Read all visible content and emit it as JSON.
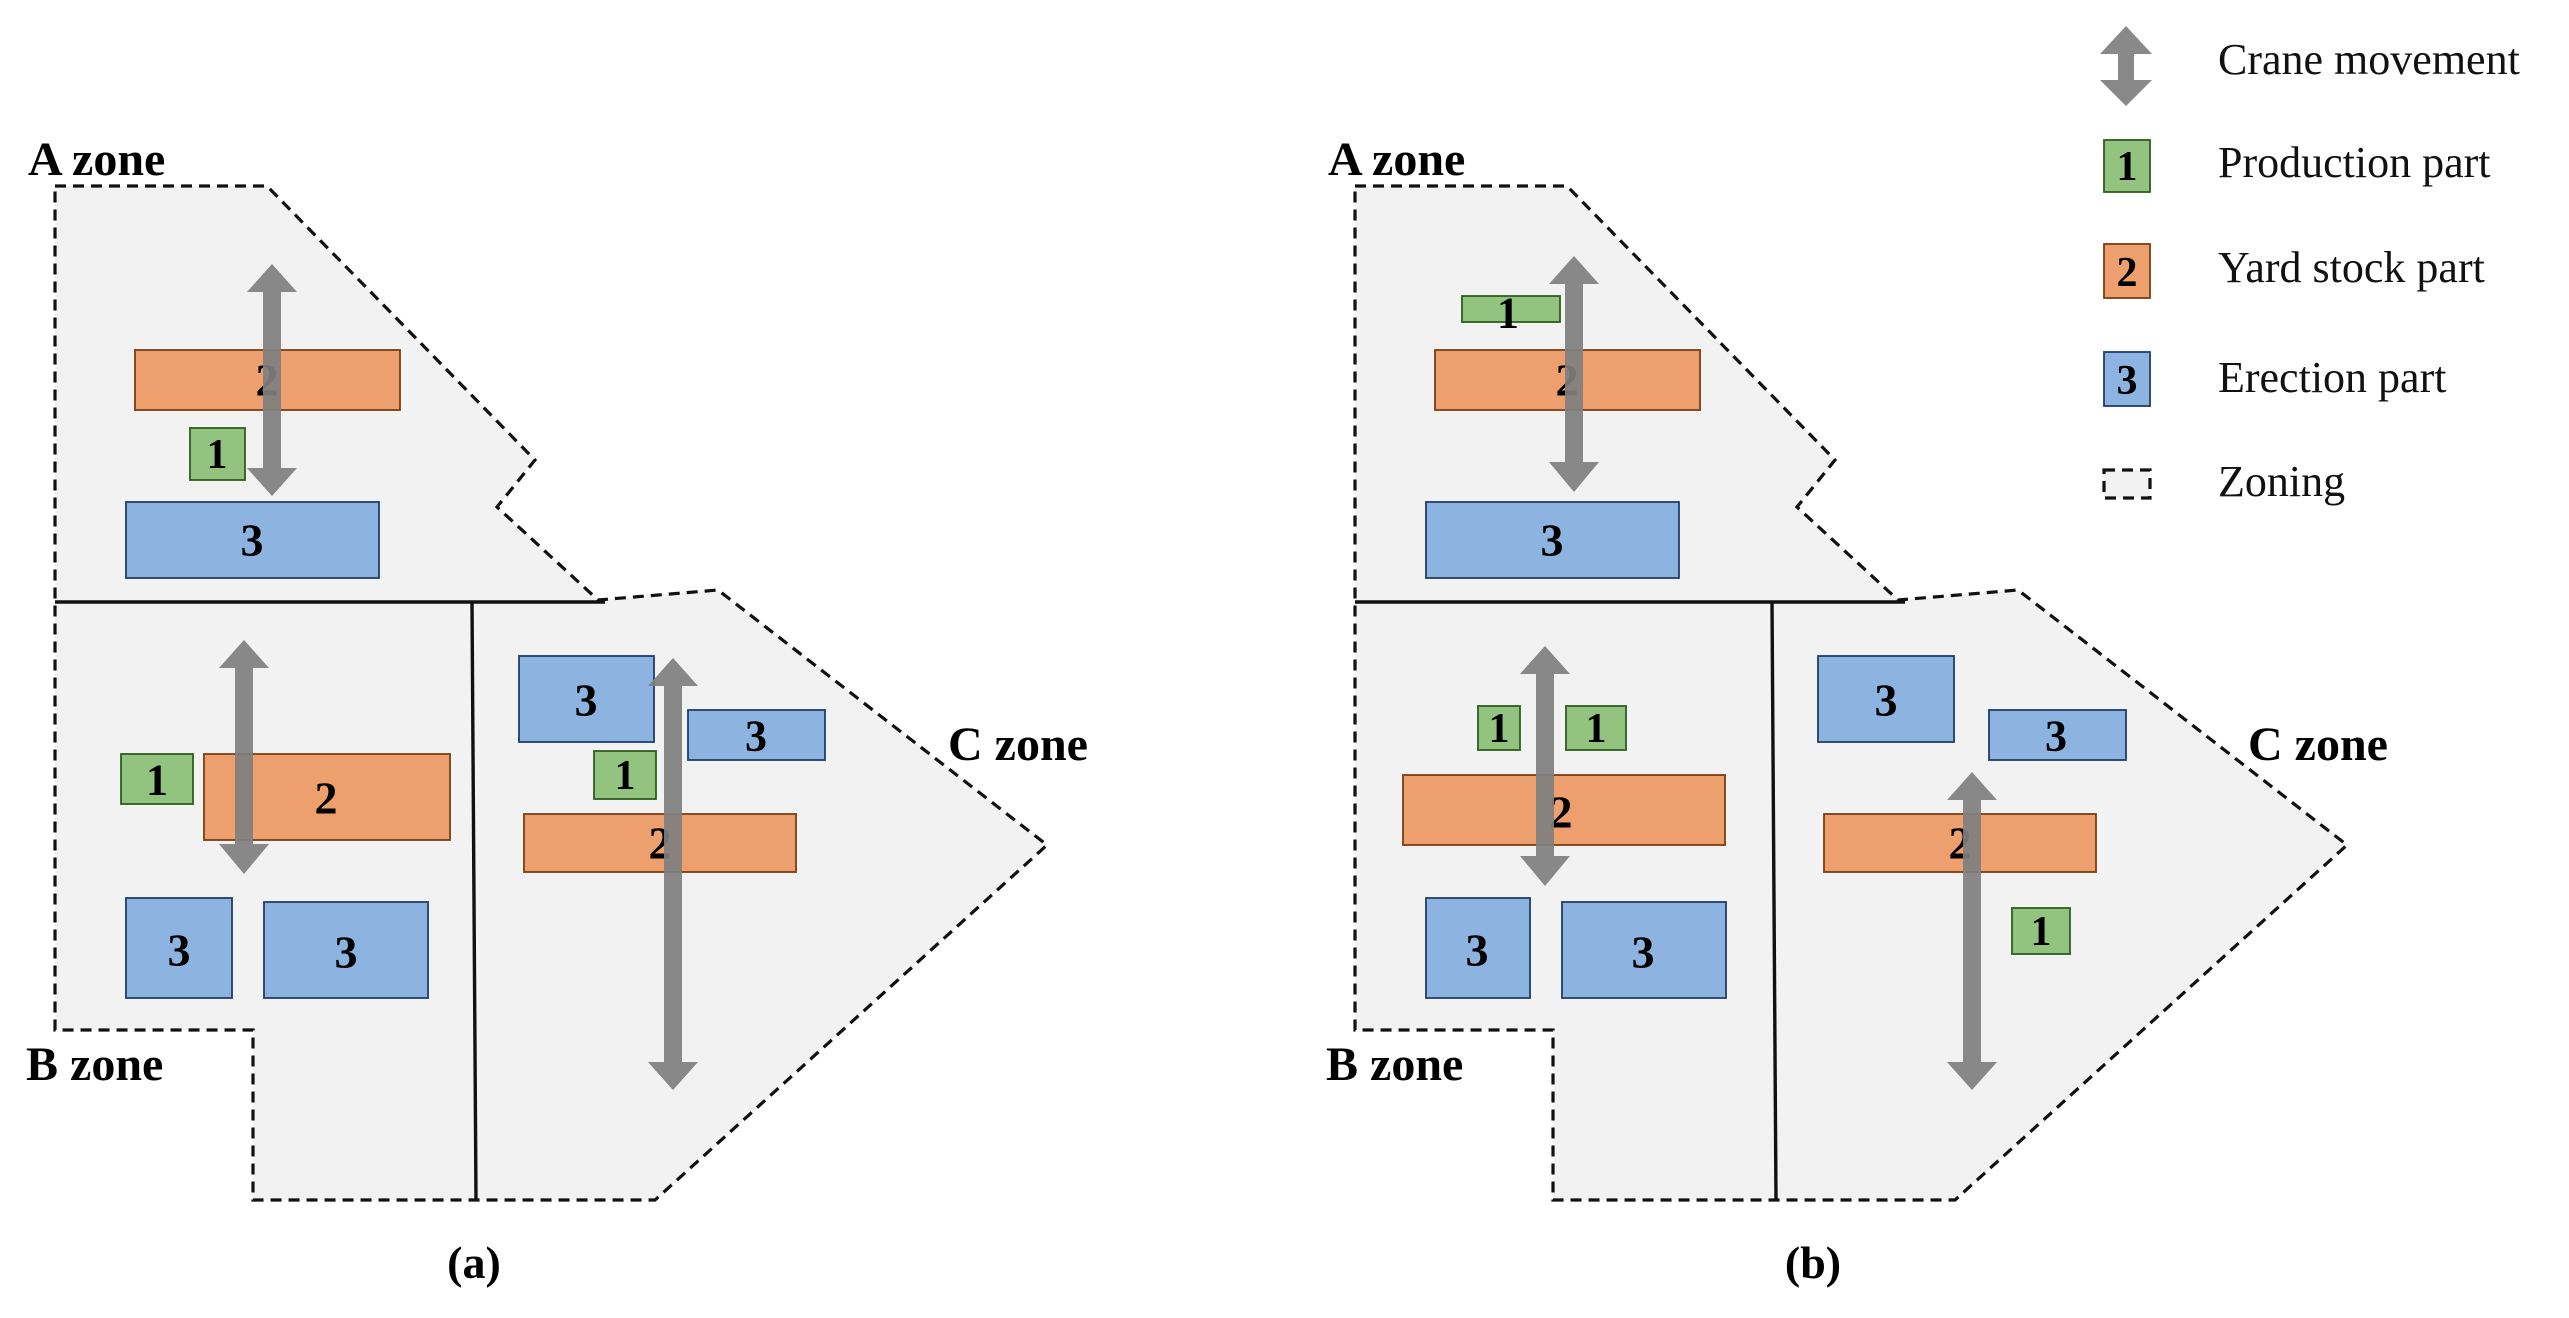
{
  "panels": {
    "a": {
      "caption": "(a)",
      "zone_labels": {
        "a": "A zone",
        "b": "B zone",
        "c": "C zone"
      },
      "parts": [
        "2",
        "1",
        "3",
        "1",
        "2",
        "3",
        "3",
        "3",
        "3",
        "1",
        "2"
      ]
    },
    "b": {
      "caption": "(b)",
      "zone_labels": {
        "a": "A zone",
        "b": "B zone",
        "c": "C zone"
      },
      "parts": [
        "1",
        "2",
        "3",
        "1",
        "1",
        "2",
        "3",
        "3",
        "3",
        "3",
        "2",
        "1"
      ]
    }
  },
  "legend": [
    {
      "type": "crane",
      "label": "Crane movement",
      "color": "#7f7f7f"
    },
    {
      "type": "production",
      "label": "Production part",
      "num": "1",
      "color": "#92c47f"
    },
    {
      "type": "yard",
      "label": "Yard stock part",
      "num": "2",
      "color": "#eda06e"
    },
    {
      "type": "erection",
      "label": "Erection part",
      "num": "3",
      "color": "#8db4e0"
    },
    {
      "type": "zoning",
      "label": "Zoning",
      "color": "#f2f2f2"
    }
  ]
}
